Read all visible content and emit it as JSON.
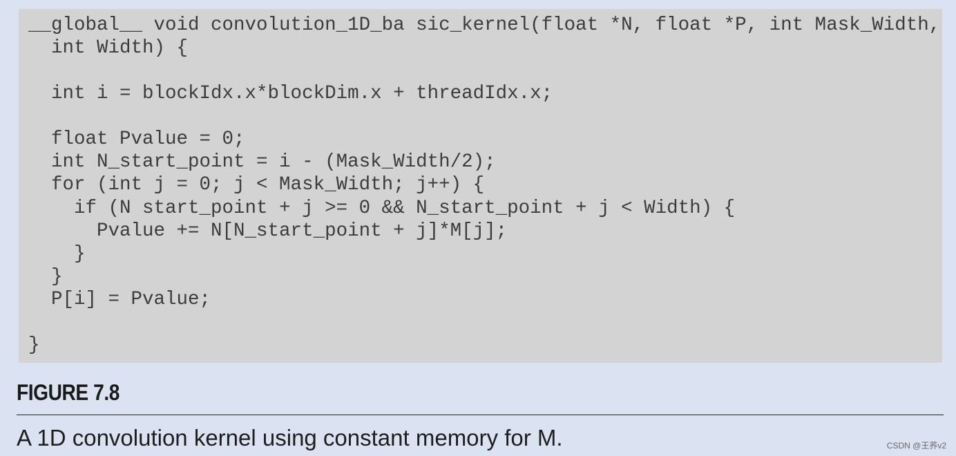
{
  "code": {
    "lines": [
      "__global__ void convolution_1D_ba sic_kernel(float *N, float *P, int Mask_Width,",
      "  int Width) {",
      "",
      "  int i = blockIdx.x*blockDim.x + threadIdx.x;",
      "",
      "  float Pvalue = 0;",
      "  int N_start_point = i - (Mask_Width/2);",
      "  for (int j = 0; j < Mask_Width; j++) {",
      "    if (N start_point + j >= 0 && N_start_point + j < Width) {",
      "      Pvalue += N[N_start_point + j]*M[j];",
      "    }",
      "  }",
      "  P[i] = Pvalue;",
      "",
      "}"
    ]
  },
  "figure": {
    "label": "FIGURE 7.8",
    "caption": "A 1D convolution kernel using constant memory for M."
  },
  "watermark": "CSDN @王荞v2",
  "colors": {
    "page_background": "#dbe3f3",
    "code_background": "#d3d3d3"
  }
}
